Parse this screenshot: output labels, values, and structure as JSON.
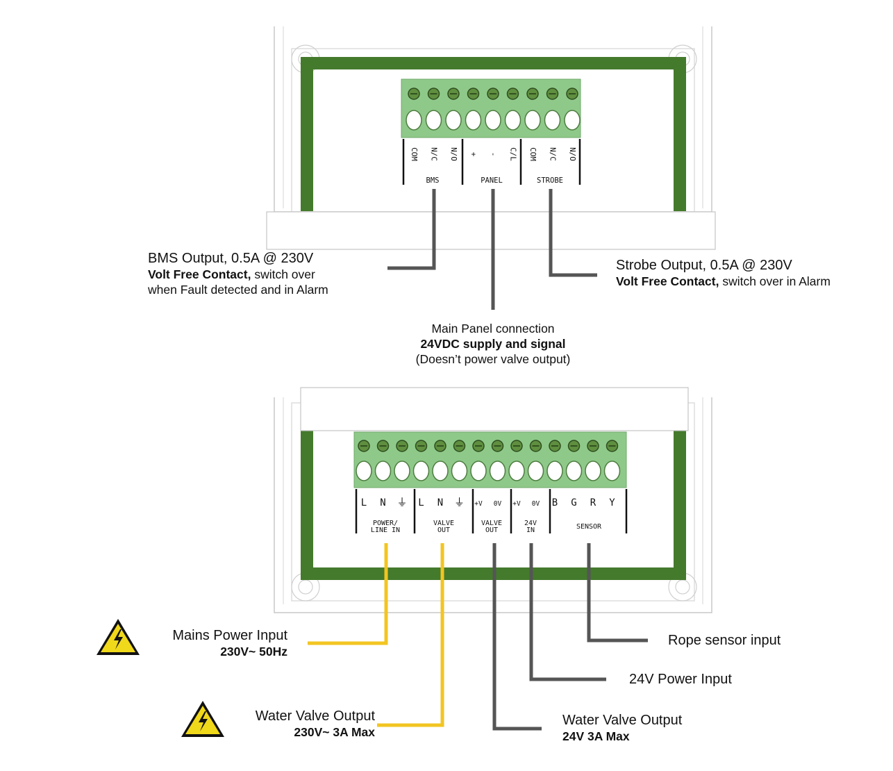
{
  "top_block": {
    "terminals": [
      "COM",
      "N/C",
      "N/O",
      "+",
      "-",
      "C/L",
      "COM",
      "N/C",
      "N/O"
    ],
    "groups": [
      "BMS",
      "PANEL",
      "STROBE"
    ]
  },
  "bottom_block": {
    "terminals": [
      "L",
      "N",
      "⏚",
      "L",
      "N",
      "⏚",
      "+V",
      "0V",
      "+V",
      "0V",
      "B",
      "G",
      "R",
      "Y"
    ],
    "groups": [
      "POWER/ LINE IN",
      "VALVE OUT",
      "VALVE OUT",
      "24V IN",
      "SENSOR"
    ]
  },
  "callouts": {
    "bms": {
      "title": "BMS Output, 0.5A @ 230V",
      "bold": "Volt Free Contact,",
      "rest": " switch over",
      "line3": "when Fault detected and in Alarm"
    },
    "strobe": {
      "title": "Strobe Output, 0.5A @ 230V",
      "bold": "Volt Free Contact,",
      "rest": " switch over in Alarm"
    },
    "panel": {
      "title": "Main Panel connection",
      "bold": "24VDC supply and signal",
      "line3": "(Doesn’t power valve output)"
    },
    "mains": {
      "title": "Mains Power Input",
      "bold": "230V~ 50Hz"
    },
    "valve230": {
      "title": "Water Valve Output",
      "bold": "230V~ 3A Max"
    },
    "rope": {
      "title": "Rope sensor input"
    },
    "power24": {
      "title": "24V Power Input"
    },
    "valve24": {
      "title": "Water Valve Output",
      "bold": "24V 3A Max"
    }
  },
  "colors": {
    "enclosure_green": "#447a2c",
    "terminal_green": "#8fc98a",
    "wire_grey": "#555555",
    "wire_yellow": "#f2c521",
    "warning_yellow": "#f0d81a"
  },
  "icons": [
    "high-voltage-warning-icon"
  ]
}
